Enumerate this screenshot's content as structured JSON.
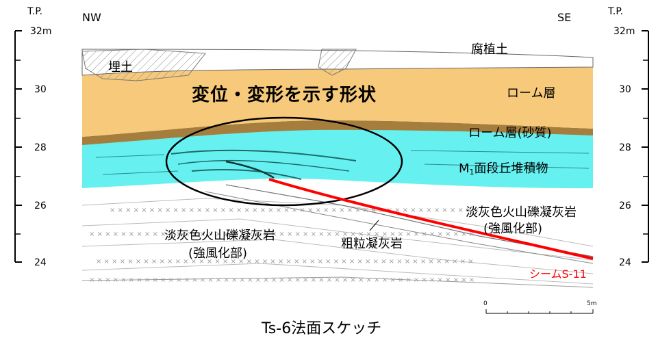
{
  "axis": {
    "left_unit": "T.P.",
    "right_unit": "T.P.",
    "left_top": "32m",
    "right_top": "32m",
    "ticks": [
      "30",
      "28",
      "26",
      "24"
    ]
  },
  "orientation": {
    "left": "NW",
    "right": "SE"
  },
  "layers": {
    "fill": "埋土",
    "humus": "腐植土",
    "loam": "ローム層",
    "loam_sandy": "ローム層(砂質)",
    "terrace_prefix": "M",
    "terrace_sub": "1",
    "terrace_suffix": "面段丘堆積物",
    "tuff_right_1": "淡灰色火山礫凝灰岩",
    "tuff_right_2": "(強風化部)",
    "tuff_left_1": "淡灰色火山礫凝灰岩",
    "tuff_left_2": "(強風化部)",
    "coarse_tuff": "粗粒凝灰岩"
  },
  "annotation": "変位・変形を示す形状",
  "seam": "シームS-11",
  "scale": {
    "start": "0",
    "end": "5m"
  },
  "caption": "Ts-6法面スケッチ",
  "colors": {
    "loam": "#f7c97a",
    "loam_sandy": "#a57e3e",
    "terrace": "#66f0f0",
    "seam": "#ff0000"
  }
}
